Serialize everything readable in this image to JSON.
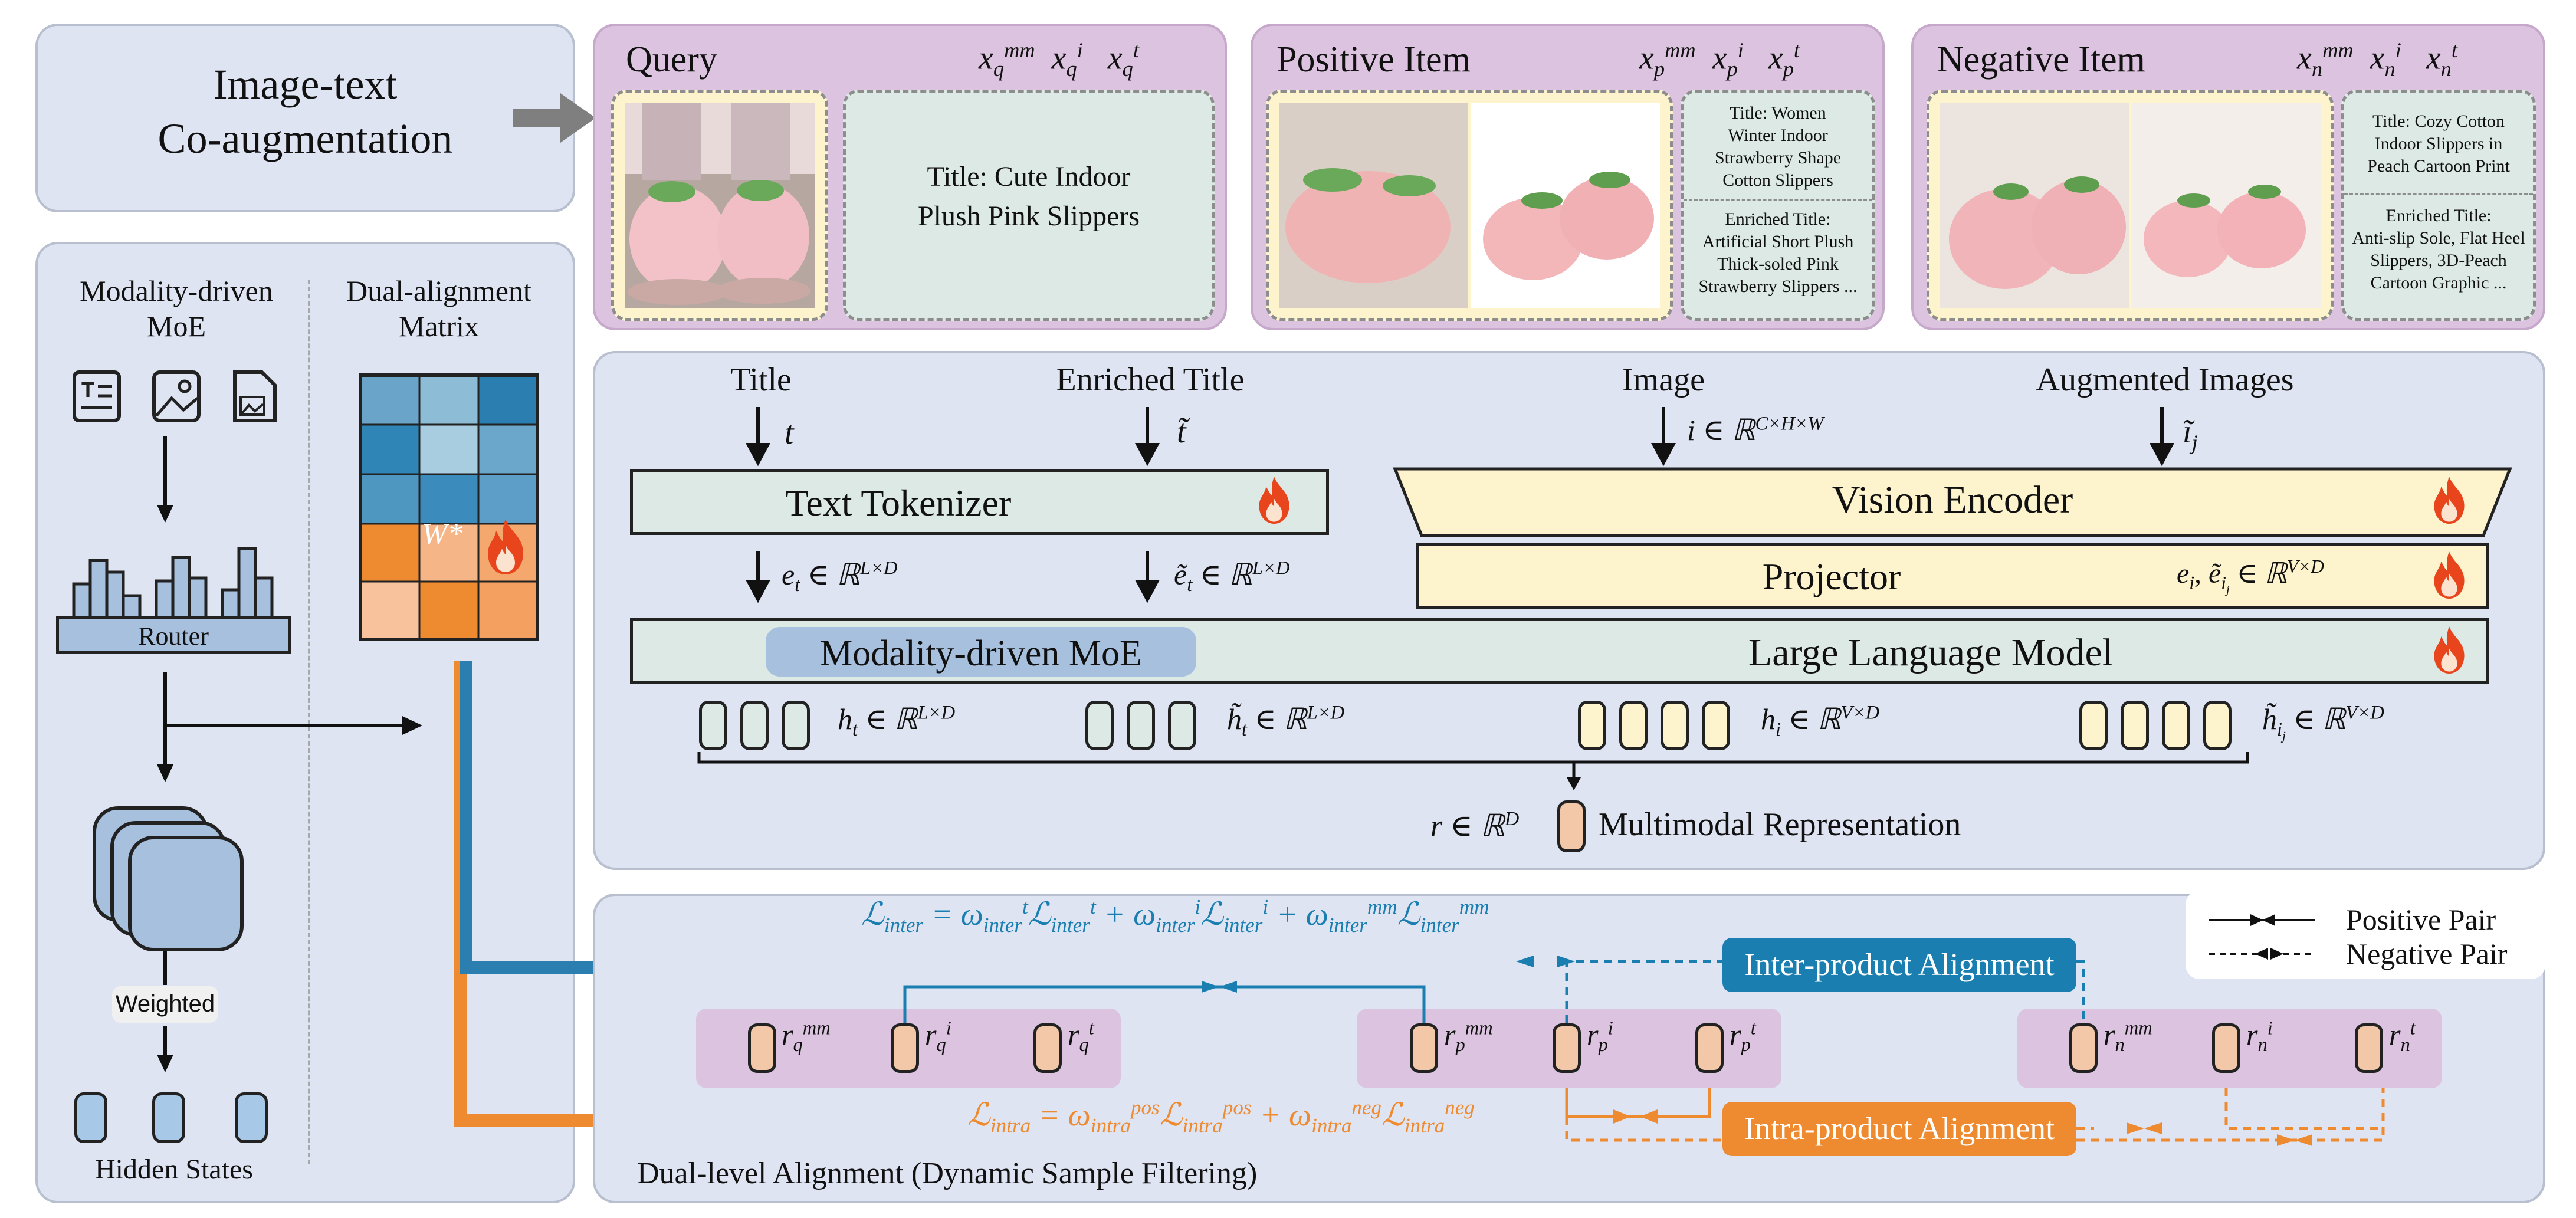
{
  "colors": {
    "panel_blue": "#dfe4f3",
    "panel_purple": "#dcc3df",
    "text_box": "#dce9e5",
    "vision_box": "#fdf3cc",
    "inter_blue": "#1a7fb0",
    "intra_orange": "#ee8a2f",
    "fire": "#e8451c"
  },
  "top_left": {
    "line1": "Image-text",
    "line2": "Co-augmentation"
  },
  "query": {
    "title": "Query",
    "tags": {
      "mm": "x_q^mm",
      "i": "x_q^i",
      "t": "x_q^t"
    },
    "text_line1": "Title: Cute Indoor",
    "text_line2": "Plush Pink Slippers"
  },
  "positive": {
    "title": "Positive Item",
    "tags": {
      "mm": "x_p^mm",
      "i": "x_p^i",
      "t": "x_p^t"
    },
    "title_lines": [
      "Title: Women",
      "Winter Indoor",
      "Strawberry Shape",
      "Cotton Slippers"
    ],
    "enriched_lines": [
      "Enriched Title:",
      "Artificial Short Plush",
      "Thick-soled Pink",
      "Strawberry Slippers ..."
    ]
  },
  "negative": {
    "title": "Negative Item",
    "tags": {
      "mm": "x_n^mm",
      "i": "x_n^i",
      "t": "x_n^t"
    },
    "title_lines": [
      "Title: Cozy Cotton",
      "Indoor Slippers in",
      "Peach Cartoon Print"
    ],
    "enriched_lines": [
      "Enriched Title:",
      "Anti-slip Sole, Flat Heel",
      "Slippers, 3D-Peach",
      "Cartoon Graphic ..."
    ]
  },
  "left_panel": {
    "moe_line1": "Modality-driven",
    "moe_line2": "MoE",
    "matrix_line1": "Dual-alignment",
    "matrix_line2": "Matrix",
    "router": "Router",
    "weighted": "Weighted",
    "hidden_states": "Hidden States",
    "w_star": "W*",
    "icons": [
      "text-document-icon",
      "image-icon",
      "image-document-icon"
    ]
  },
  "model": {
    "inputs": {
      "title": "Title",
      "enriched_title": "Enriched Title",
      "image": "Image",
      "augmented_images": "Augmented Images"
    },
    "text_tokenizer": "Text Tokenizer",
    "vision_encoder": "Vision Encoder",
    "projector": "Projector",
    "moe_tag": "Modality-driven MoE",
    "llm": "Large Language Model",
    "multimodal_representation": "Multimodal Representation"
  },
  "alignment": {
    "inter_label": "Inter-product Alignment",
    "intra_label": "Intra-product Alignment",
    "legend_positive": "Positive Pair",
    "legend_negative": "Negative Pair",
    "caption": "Dual-level Alignment (Dynamic Sample Filtering)"
  }
}
